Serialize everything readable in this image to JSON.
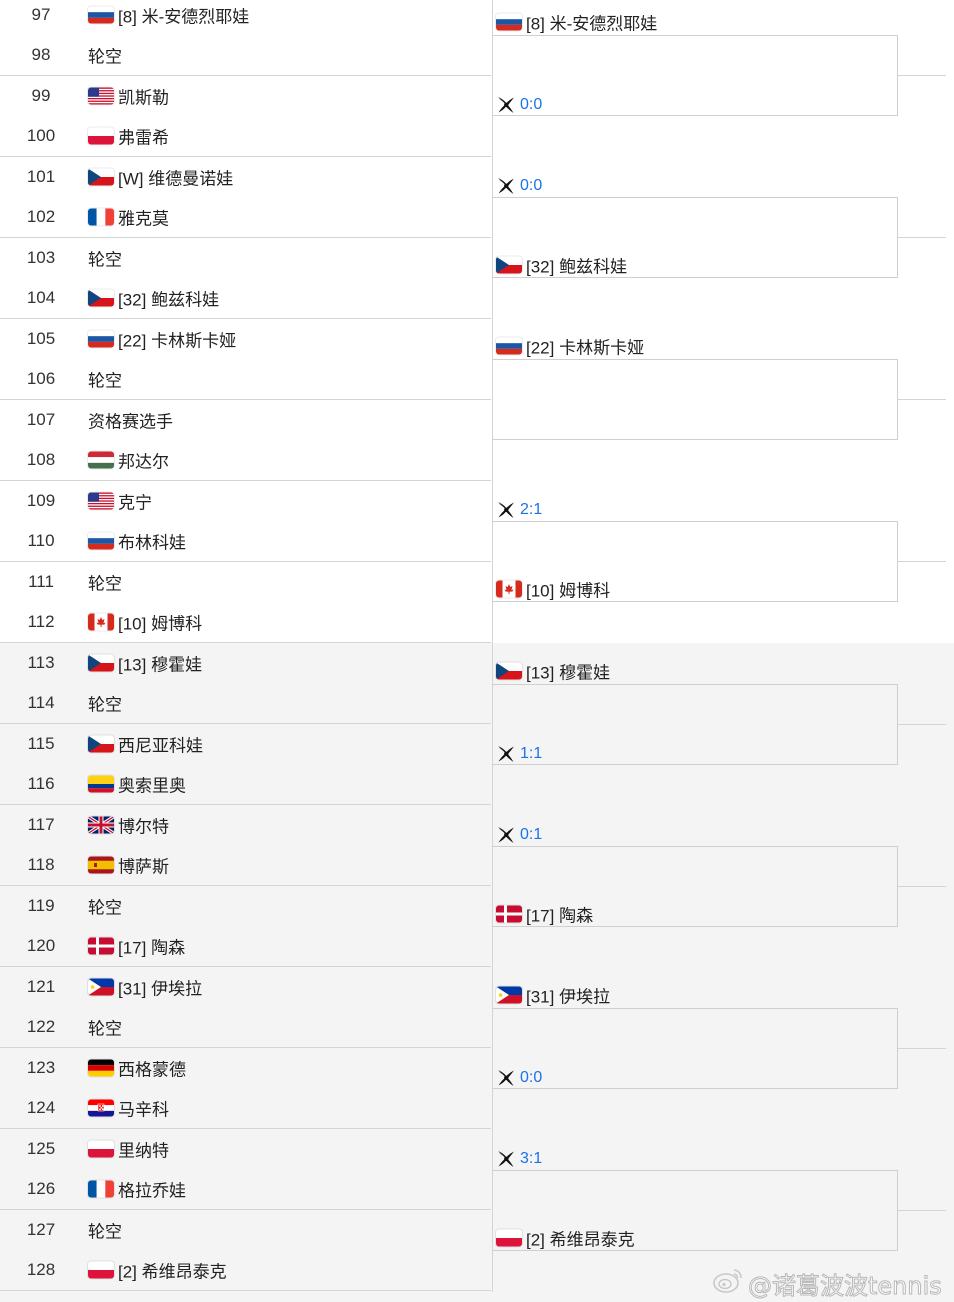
{
  "draw": {
    "matches": [
      {
        "a": {
          "num": "97",
          "flag": "RUS",
          "name": "[8] 米-安德烈耶娃"
        },
        "b": {
          "num": "98",
          "flag": "",
          "name": "轮空"
        }
      },
      {
        "a": {
          "num": "99",
          "flag": "USA",
          "name": "凯斯勒"
        },
        "b": {
          "num": "100",
          "flag": "POL",
          "name": "弗雷希"
        }
      },
      {
        "a": {
          "num": "101",
          "flag": "CZE",
          "name": "[W] 维德曼诺娃"
        },
        "b": {
          "num": "102",
          "flag": "FRA",
          "name": "雅克莫"
        }
      },
      {
        "a": {
          "num": "103",
          "flag": "",
          "name": "轮空"
        },
        "b": {
          "num": "104",
          "flag": "CZE",
          "name": "[32] 鲍兹科娃"
        }
      },
      {
        "a": {
          "num": "105",
          "flag": "RUS",
          "name": "[22] 卡林斯卡娅"
        },
        "b": {
          "num": "106",
          "flag": "",
          "name": "轮空"
        }
      },
      {
        "a": {
          "num": "107",
          "flag": "",
          "name": "资格赛选手"
        },
        "b": {
          "num": "108",
          "flag": "HUN",
          "name": "邦达尔"
        }
      },
      {
        "a": {
          "num": "109",
          "flag": "USA",
          "name": "克宁"
        },
        "b": {
          "num": "110",
          "flag": "RUS",
          "name": "布林科娃"
        }
      },
      {
        "a": {
          "num": "111",
          "flag": "",
          "name": "轮空"
        },
        "b": {
          "num": "112",
          "flag": "CAN",
          "name": "[10] 姆博科"
        }
      },
      {
        "a": {
          "num": "113",
          "flag": "CZE",
          "name": "[13] 穆霍娃"
        },
        "b": {
          "num": "114",
          "flag": "",
          "name": "轮空"
        }
      },
      {
        "a": {
          "num": "115",
          "flag": "CZE",
          "name": "西尼亚科娃"
        },
        "b": {
          "num": "116",
          "flag": "COL",
          "name": "奥索里奥"
        }
      },
      {
        "a": {
          "num": "117",
          "flag": "GBR",
          "name": "博尔特"
        },
        "b": {
          "num": "118",
          "flag": "ESP",
          "name": "博萨斯"
        }
      },
      {
        "a": {
          "num": "119",
          "flag": "",
          "name": "轮空"
        },
        "b": {
          "num": "120",
          "flag": "DEN",
          "name": "[17] 陶森"
        }
      },
      {
        "a": {
          "num": "121",
          "flag": "PHI",
          "name": "[31] 伊埃拉"
        },
        "b": {
          "num": "122",
          "flag": "",
          "name": "轮空"
        }
      },
      {
        "a": {
          "num": "123",
          "flag": "GER",
          "name": "西格蒙德"
        },
        "b": {
          "num": "124",
          "flag": "CRO",
          "name": "马辛科"
        }
      },
      {
        "a": {
          "num": "125",
          "flag": "POL",
          "name": "里纳特"
        },
        "b": {
          "num": "126",
          "flag": "FRA",
          "name": "格拉乔娃"
        }
      },
      {
        "a": {
          "num": "127",
          "flag": "",
          "name": "轮空"
        },
        "b": {
          "num": "128",
          "flag": "POL",
          "name": "[2] 希维昂泰克"
        }
      }
    ],
    "round2": [
      {
        "type": "player",
        "flag": "RUS",
        "name": "[8] 米-安德烈耶娃"
      },
      {
        "type": "score",
        "score": "0:0"
      },
      {
        "type": "score",
        "score": "0:0"
      },
      {
        "type": "player",
        "flag": "CZE",
        "name": "[32] 鲍兹科娃"
      },
      {
        "type": "player",
        "flag": "RUS",
        "name": "[22] 卡林斯卡娅"
      },
      {
        "type": "empty"
      },
      {
        "type": "score",
        "score": "2:1"
      },
      {
        "type": "player",
        "flag": "CAN",
        "name": "[10] 姆博科"
      },
      {
        "type": "player",
        "flag": "CZE",
        "name": "[13] 穆霍娃"
      },
      {
        "type": "score",
        "score": "1:1"
      },
      {
        "type": "score",
        "score": "0:1"
      },
      {
        "type": "player",
        "flag": "DEN",
        "name": "[17] 陶森"
      },
      {
        "type": "player",
        "flag": "PHI",
        "name": "[31] 伊埃拉"
      },
      {
        "type": "score",
        "score": "0:0"
      },
      {
        "type": "score",
        "score": "3:1"
      },
      {
        "type": "player",
        "flag": "POL",
        "name": "[2] 希维昂泰克"
      }
    ]
  },
  "watermark": {
    "text": "@诸葛波波tennis",
    "icon": "weibo-icon"
  },
  "score_icon": "ball-splash-icon",
  "colors": {
    "score": "#1a73e8",
    "border": "#d4d4d4",
    "bottom_bg": "#f4f4f4"
  }
}
